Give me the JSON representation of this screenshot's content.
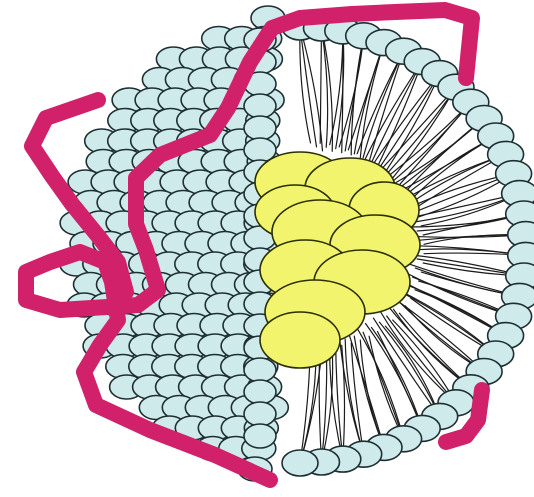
{
  "diagram": {
    "components": [
      {
        "name": "phospholipid-heads",
        "color": "#cfeaea"
      },
      {
        "name": "lipid-core",
        "color": "#f1f46c"
      },
      {
        "name": "fatty-acid-tails",
        "color": "#1b1b1b"
      },
      {
        "name": "apolipoprotein-bands",
        "color": "#d0216a"
      }
    ]
  }
}
